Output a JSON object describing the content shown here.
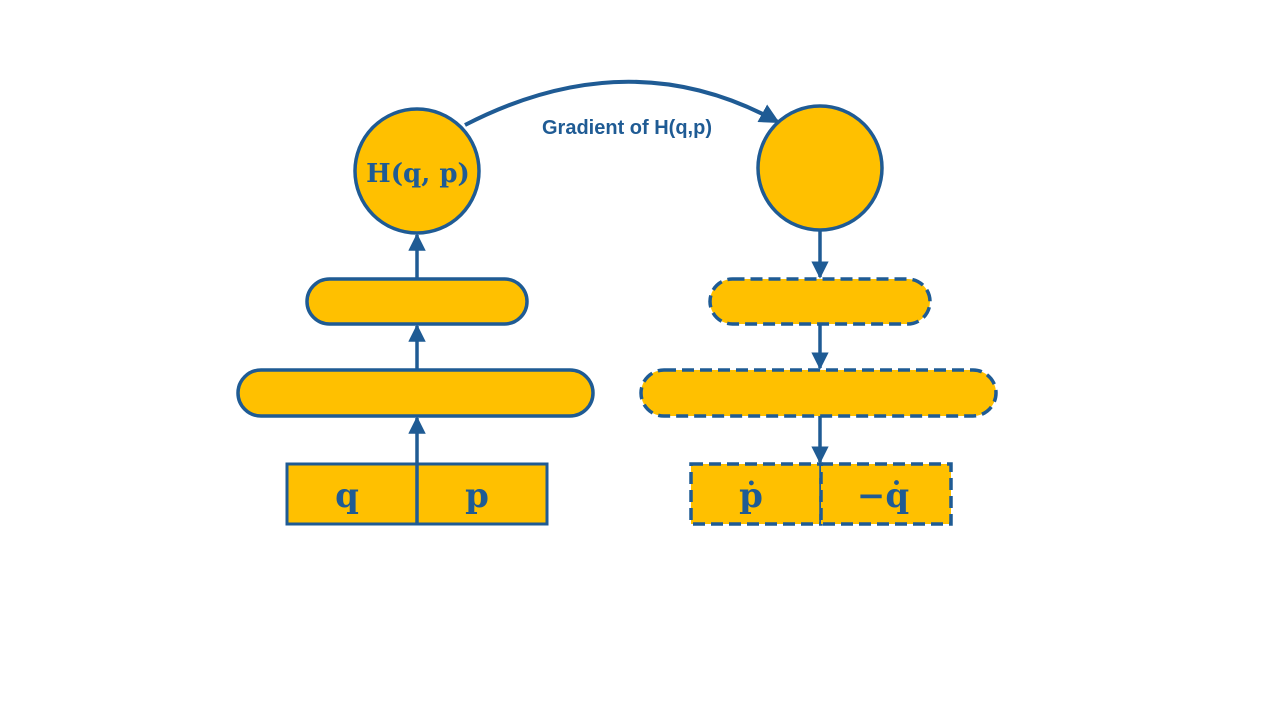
{
  "colors": {
    "fill": "#FFC000",
    "stroke": "#1F5B94",
    "text": "#1F5B94",
    "background": "#FFFFFF"
  },
  "left_network": {
    "output_node_label": "H(q, p)",
    "input_cells": [
      "q",
      "p"
    ]
  },
  "gradient_edge": {
    "label": "Gradient of H(q,p)"
  },
  "right_network": {
    "output_cells": [
      "ṗ",
      "−q̇"
    ]
  }
}
